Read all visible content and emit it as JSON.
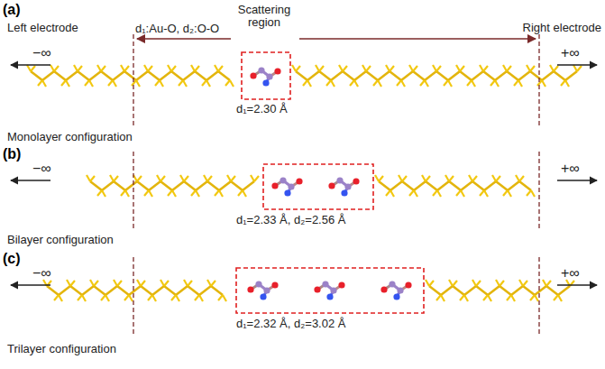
{
  "diagram": {
    "labels": [
      "(a)",
      "Left electrode",
      "d₁:Au-O, d₂:O-O",
      "Scattering region",
      "Right electrode",
      "−∞",
      "+∞",
      "d₁=2.30 Å",
      "Monolayer configuration",
      "(b)",
      "−∞",
      "+∞",
      "d₁=2.33 Å, d₂=2.56 Å",
      "Bilayer configuration",
      "(c)",
      "−∞",
      "+∞",
      "d₁=2.32 Å, d₂=3.02 Å",
      "Trilayer configuration"
    ]
  }
}
